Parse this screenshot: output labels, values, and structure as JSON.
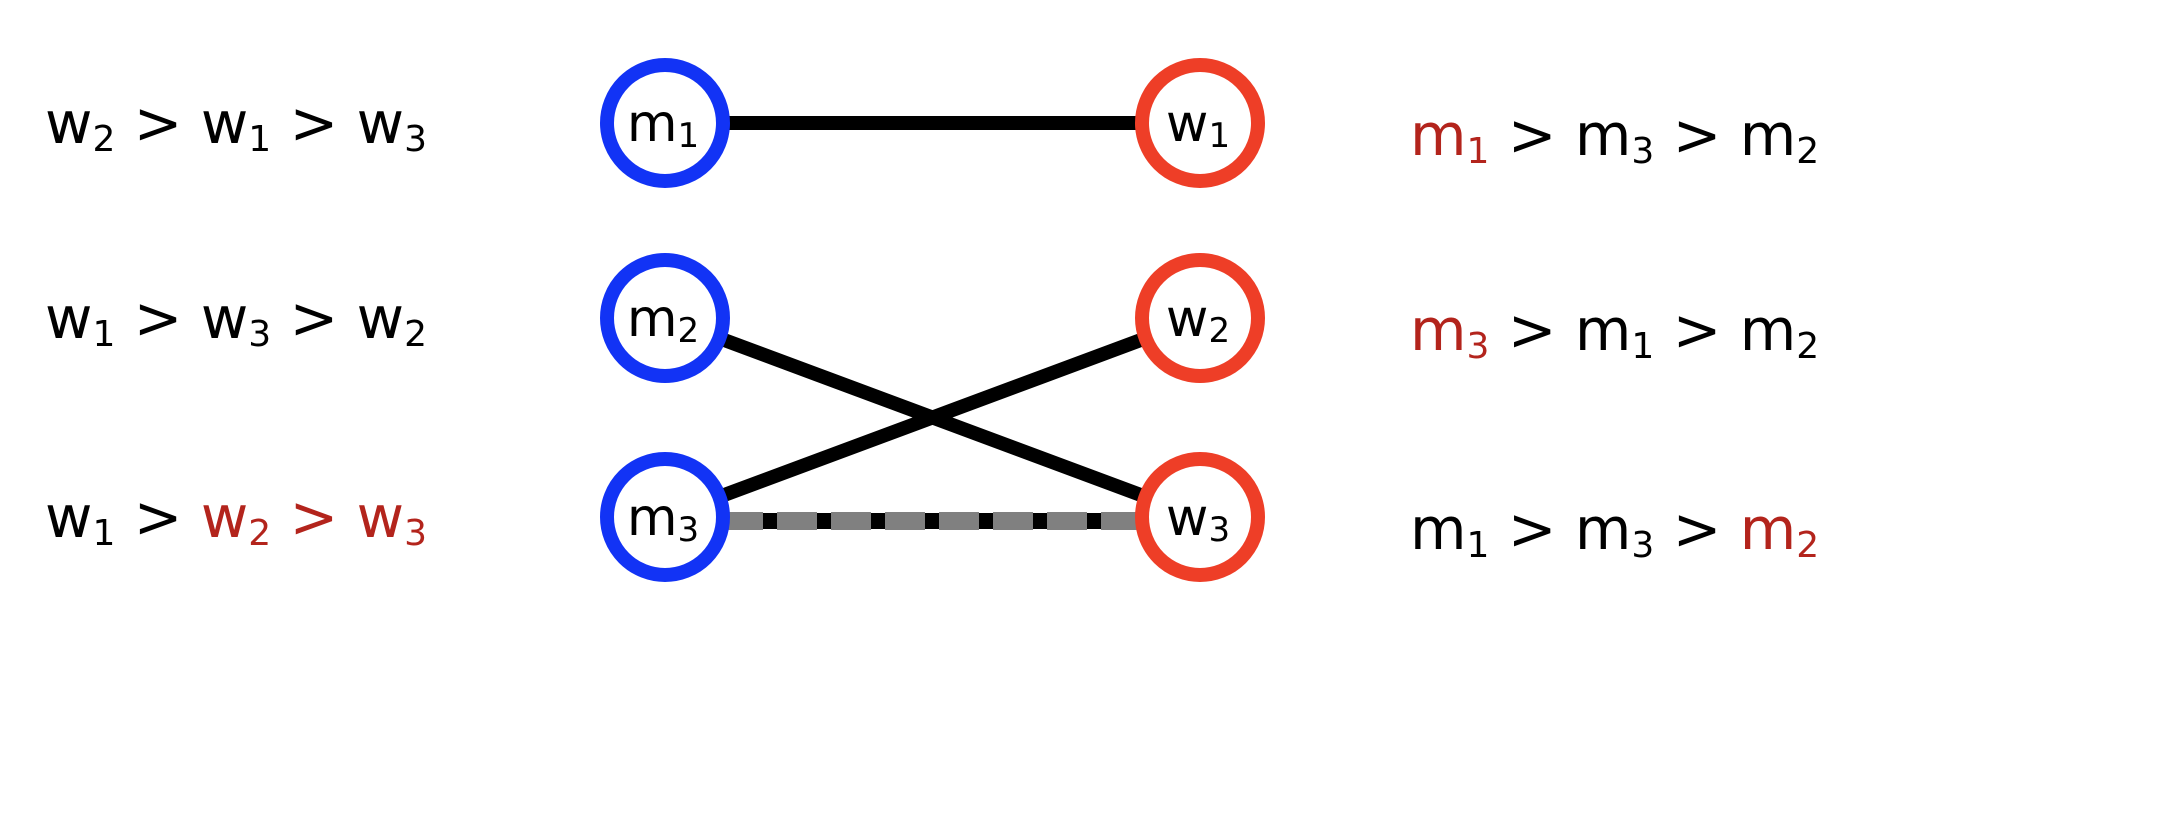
{
  "colors": {
    "men_node": "#1233F5",
    "women_node": "#EE3E27",
    "highlight_text": "#B3241C",
    "edge_match": "#000000",
    "edge_dash": "#808080",
    "text": "#000000"
  },
  "men": [
    {
      "letter": "m",
      "index": "1"
    },
    {
      "letter": "m",
      "index": "2"
    },
    {
      "letter": "m",
      "index": "3"
    }
  ],
  "women": [
    {
      "letter": "w",
      "index": "1"
    },
    {
      "letter": "w",
      "index": "2"
    },
    {
      "letter": "w",
      "index": "3"
    }
  ],
  "men_preferences": [
    {
      "items": [
        {
          "letter": "w",
          "index": "2",
          "highlight": false
        },
        {
          "letter": "w",
          "index": "1",
          "highlight": false
        },
        {
          "letter": "w",
          "index": "3",
          "highlight": false
        }
      ],
      "separators": [
        {
          "symbol": ">",
          "highlight": false
        },
        {
          "symbol": ">",
          "highlight": false
        }
      ]
    },
    {
      "items": [
        {
          "letter": "w",
          "index": "1",
          "highlight": false
        },
        {
          "letter": "w",
          "index": "3",
          "highlight": false
        },
        {
          "letter": "w",
          "index": "2",
          "highlight": false
        }
      ],
      "separators": [
        {
          "symbol": ">",
          "highlight": false
        },
        {
          "symbol": ">",
          "highlight": false
        }
      ]
    },
    {
      "items": [
        {
          "letter": "w",
          "index": "1",
          "highlight": false
        },
        {
          "letter": "w",
          "index": "2",
          "highlight": true
        },
        {
          "letter": "w",
          "index": "3",
          "highlight": true
        }
      ],
      "separators": [
        {
          "symbol": ">",
          "highlight": false
        },
        {
          "symbol": ">",
          "highlight": true
        }
      ]
    }
  ],
  "women_preferences": [
    {
      "items": [
        {
          "letter": "m",
          "index": "1",
          "highlight": true
        },
        {
          "letter": "m",
          "index": "3",
          "highlight": false
        },
        {
          "letter": "m",
          "index": "2",
          "highlight": false
        }
      ],
      "separators": [
        {
          "symbol": ">",
          "highlight": false
        },
        {
          "symbol": ">",
          "highlight": false
        }
      ]
    },
    {
      "items": [
        {
          "letter": "m",
          "index": "3",
          "highlight": true
        },
        {
          "letter": "m",
          "index": "1",
          "highlight": false
        },
        {
          "letter": "m",
          "index": "2",
          "highlight": false
        }
      ],
      "separators": [
        {
          "symbol": ">",
          "highlight": false
        },
        {
          "symbol": ">",
          "highlight": false
        }
      ]
    },
    {
      "items": [
        {
          "letter": "m",
          "index": "1",
          "highlight": false
        },
        {
          "letter": "m",
          "index": "3",
          "highlight": false
        },
        {
          "letter": "m",
          "index": "2",
          "highlight": true
        }
      ],
      "separators": [
        {
          "symbol": ">",
          "highlight": false
        },
        {
          "symbol": ">",
          "highlight": false
        }
      ]
    }
  ],
  "edges": [
    {
      "from": "m1",
      "to": "w1",
      "style": "solid"
    },
    {
      "from": "m2",
      "to": "w3",
      "style": "solid"
    },
    {
      "from": "m3",
      "to": "w2",
      "style": "solid"
    },
    {
      "from": "m3",
      "to": "w3",
      "style": "dashed"
    }
  ]
}
